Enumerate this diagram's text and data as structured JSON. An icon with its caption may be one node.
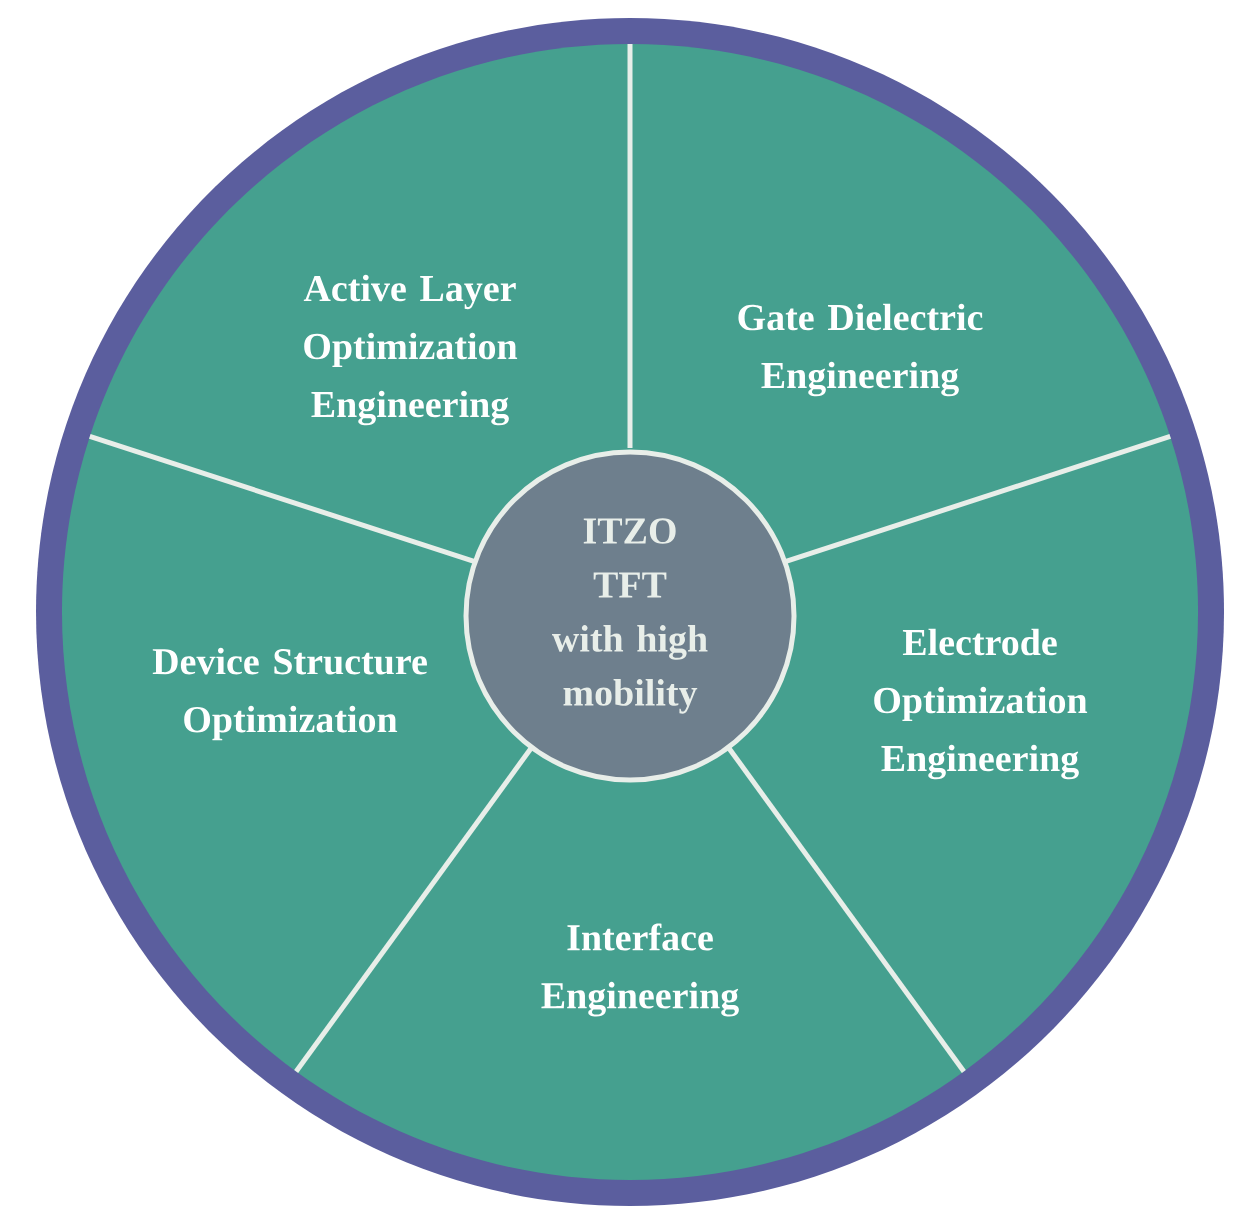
{
  "diagram": {
    "nodes": [
      {
        "text": [
          "ITZO TFT with high mobility"
        ]
      },
      {
        "text": [
          "Active Layer Optimization Engineering"
        ]
      },
      {
        "text": [
          "Gate Dielectric Engineering"
        ]
      },
      {
        "text": [
          "Device Structure Optimization"
        ]
      },
      {
        "text": [
          "Electrode Optimization Engineering"
        ]
      },
      {
        "text": [
          "Interface Engineering"
        ]
      }
    ]
  }
}
